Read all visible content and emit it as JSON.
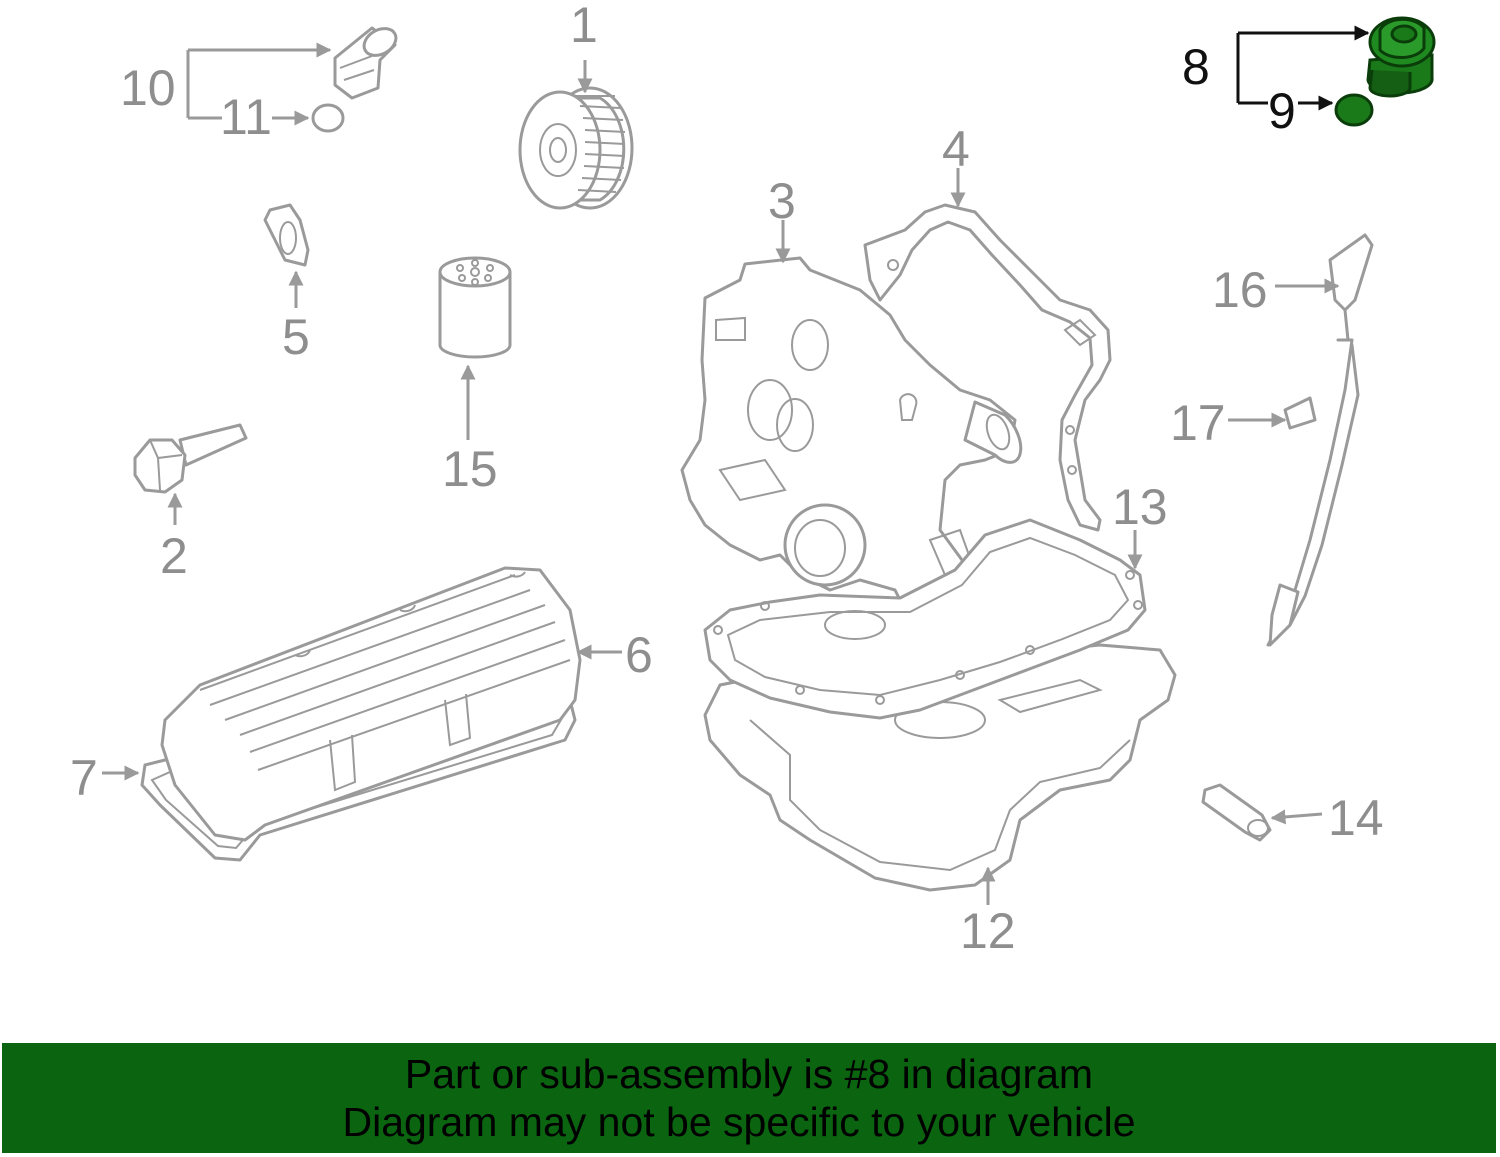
{
  "callouts": {
    "c1": "1",
    "c2": "2",
    "c3": "3",
    "c4": "4",
    "c5": "5",
    "c6": "6",
    "c7": "7",
    "c8": "8",
    "c9": "9",
    "c10": "10",
    "c11": "11",
    "c12": "12",
    "c13": "13",
    "c14": "14",
    "c15": "15",
    "c16": "16",
    "c17": "17"
  },
  "highlighted_part": "8",
  "colors": {
    "banner": "#0a6410",
    "highlight": "#1a7a1a",
    "line_art": "#9a9a9a"
  },
  "banner": {
    "line1": "Part or sub-assembly is #8 in diagram",
    "line2": "Diagram may not be specific to your vehicle"
  }
}
